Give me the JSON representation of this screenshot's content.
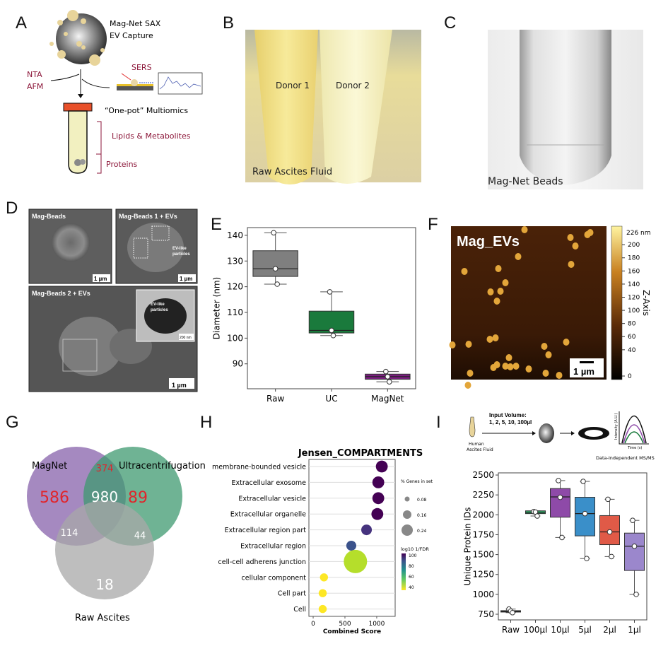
{
  "panel_labels": {
    "a": "A",
    "b": "B",
    "c": "C",
    "d": "D",
    "e": "E",
    "f": "F",
    "g": "G",
    "h": "H",
    "i": "I"
  },
  "panel_a": {
    "title_line1": "Mag-Net SAX",
    "title_line2": "EV Capture",
    "nta": "NTA",
    "afm": "AFM",
    "sers": "SERS",
    "multiomics": "“One-pot” Multiomics",
    "lipids": "Lipids & Metabolites",
    "proteins": "Proteins",
    "accent": "#8b1538",
    "cap_color": "#e8502a"
  },
  "panel_b": {
    "donor1": "Donor 1",
    "donor2": "Donor 2",
    "caption": "Raw Ascites Fluid"
  },
  "panel_c": {
    "caption": "Mag-Net Beads"
  },
  "panel_d": {
    "tl_title": "Mag-Beads",
    "tr_title": "Mag-Beads 1 + EVs",
    "bottom_title": "Mag-Beads 2 + EVs",
    "ev_like_1": "EV-like",
    "ev_like_2": "particles",
    "scale_1um": "1 µm",
    "scale_200nm": "200 nm"
  },
  "panel_f": {
    "title": "Mag_EVs",
    "scale": "1 µm",
    "colorbar_label": "Z-Axis",
    "colorbar_max": "226 nm",
    "colorbar_ticks": [
      "200",
      "180",
      "160",
      "140",
      "120",
      "100",
      "80",
      "60",
      "40",
      "0"
    ]
  },
  "panel_g": {
    "labels": {
      "magnet": "MagNet",
      "uc": "Ultracentrifugation",
      "raw": "Raw Ascites"
    },
    "counts": {
      "magnet_only": "586",
      "magnet_uc": "374",
      "uc_only": "89",
      "all": "980",
      "magnet_raw": "114",
      "uc_raw": "44",
      "raw_only": "18"
    },
    "colors": {
      "magnet": "#8e6bb0",
      "uc": "#3f9a70",
      "raw": "#a8a8a8",
      "unique": "#e0252b"
    }
  },
  "panel_i_schematic": {
    "input_label": "Input Volume:",
    "input_values": "1, 2, 5, 10, 100µl",
    "source_1": "Human",
    "source_2": "Ascites Fluid",
    "method": "Data-Independent MS/MS",
    "y_axis": "Intensity (A.U.)",
    "x_axis": "Time (s)"
  },
  "chart_data": [
    {
      "id": "E",
      "type": "box",
      "ylabel": "Diameter (nm)",
      "xlabel": "",
      "ylim": [
        80.3,
        143
      ],
      "yticks": [
        90,
        100,
        110,
        120,
        130,
        140
      ],
      "categories": [
        "Raw",
        "UC",
        "MagNet"
      ],
      "colors": [
        "#7f7f7f",
        "#1a7a3c",
        "#7a1f7f"
      ],
      "boxes": [
        {
          "whisker": [
            121,
            141
          ],
          "q1": 124,
          "q3": 134,
          "median": 127,
          "points": [
            141,
            127,
            121
          ]
        },
        {
          "whisker": [
            101,
            118
          ],
          "q1": 102,
          "q3": 110.5,
          "median": 103,
          "points": [
            118,
            103,
            101
          ]
        },
        {
          "whisker": [
            83,
            87
          ],
          "q1": 84,
          "q3": 86,
          "median": 85,
          "points": [
            87,
            85,
            83
          ]
        }
      ]
    },
    {
      "id": "H",
      "type": "scatter",
      "title": "Jensen_COMPARTMENTS",
      "xlabel": "Combined Score",
      "xlim": [
        -67,
        1290
      ],
      "xticks": [
        0,
        500,
        1000
      ],
      "categories": [
        "membrane-bounded vesicle",
        "Extracellular exosome",
        "Extracellular vesicle",
        "Extracellular organelle",
        "Extracellular region part",
        "Extracellular region",
        "cell-cell adherens junction",
        "cellular component",
        "Cell part",
        "Cell"
      ],
      "combined_score": [
        1080,
        1025,
        1025,
        1010,
        840,
        600,
        665,
        170,
        150,
        150
      ],
      "pct_genes": [
        0.12,
        0.12,
        0.12,
        0.12,
        0.1,
        0.09,
        0.3,
        0.06,
        0.06,
        0.06
      ],
      "log10_inv_fdr": [
        100,
        97,
        97,
        96,
        92,
        72,
        38,
        30,
        30,
        30
      ],
      "size_legend_title": "% Genes in set",
      "size_legend": [
        "0.08",
        "0.16",
        "0.24"
      ],
      "color_legend_title": "log10 1/FDR",
      "color_legend_ticks": [
        "100",
        "80",
        "60",
        "40"
      ]
    },
    {
      "id": "I",
      "type": "box",
      "ylabel": "Unique Protein IDs",
      "xlabel": "",
      "ylim": [
        679,
        2527
      ],
      "yticks": [
        750,
        1000,
        1250,
        1500,
        1750,
        2000,
        2250,
        2500
      ],
      "categories": [
        "Raw",
        "100µl",
        "10µl",
        "5µl",
        "2µl",
        "1µl"
      ],
      "colors": [
        "#111111",
        "#2fa866",
        "#8e4aa8",
        "#3a8fc9",
        "#e05a47",
        "#9b87cc"
      ],
      "boxes": [
        {
          "whisker": [
            770,
            815
          ],
          "q1": 780,
          "q3": 795,
          "median": 790,
          "points": [
            815,
            790,
            770
          ]
        },
        {
          "whisker": [
            1985,
            2050
          ],
          "q1": 2015,
          "q3": 2050,
          "median": 2030,
          "points": [
            2040,
            2035,
            1985
          ]
        },
        {
          "whisker": [
            1715,
            2430
          ],
          "q1": 1970,
          "q3": 2330,
          "median": 2225,
          "points": [
            2430,
            2220,
            1715
          ]
        },
        {
          "whisker": [
            1450,
            2420
          ],
          "q1": 1735,
          "q3": 2220,
          "median": 2015,
          "points": [
            2420,
            2015,
            1450
          ]
        },
        {
          "whisker": [
            1475,
            2195
          ],
          "q1": 1625,
          "q3": 1990,
          "median": 1785,
          "points": [
            2195,
            1785,
            1475
          ]
        },
        {
          "whisker": [
            1000,
            1930
          ],
          "q1": 1300,
          "q3": 1770,
          "median": 1605,
          "points": [
            1930,
            1605,
            1000
          ]
        }
      ]
    }
  ]
}
